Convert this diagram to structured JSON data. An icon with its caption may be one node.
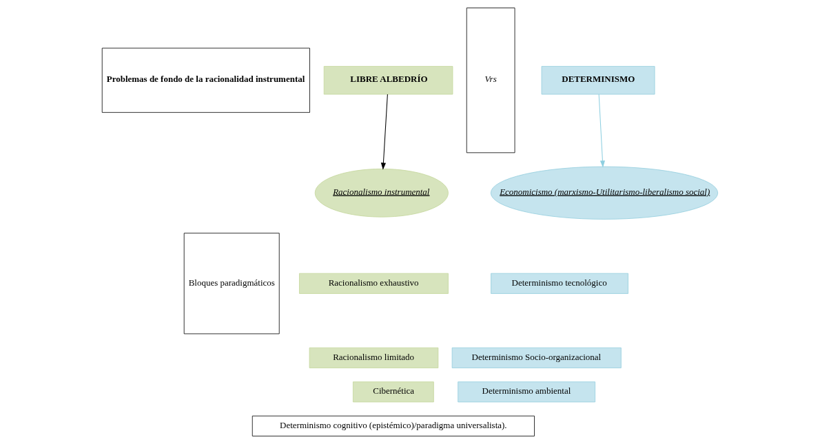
{
  "diagram": {
    "nodes": [
      {
        "text": [
          "Problemas de fondo de la racionalidad instrumental"
        ]
      },
      {
        "text": [
          "LIBRE ALBEDRÍO"
        ]
      },
      {
        "text": [
          "Vrs"
        ]
      },
      {
        "text": [
          "DETERMINISMO"
        ]
      },
      {
        "text": [
          "Racionalismo instrumental"
        ]
      },
      {
        "text": [
          "Economicismo (marxismo-Utilitarismo-liberalismo social)"
        ]
      },
      {
        "text": [
          "Bloques paradigmáticos"
        ]
      },
      {
        "text": [
          "Racionalismo exhaustivo"
        ]
      },
      {
        "text": [
          "Determinismo tecnológico"
        ]
      },
      {
        "text": [
          "Racionalismo limitado"
        ]
      },
      {
        "text": [
          "Determinismo Socio-organizacional"
        ]
      },
      {
        "text": [
          "Cibernética"
        ]
      },
      {
        "text": [
          "Determinismo ambiental"
        ]
      },
      {
        "text": [
          "Determinismo cognitivo (epistémico)/paradigma universalista)."
        ]
      }
    ],
    "edges": [
      {
        "from": 1,
        "to": 4,
        "arrow": "to"
      },
      {
        "from": 3,
        "to": 5,
        "arrow": "to",
        "color": "#8ecfe0"
      }
    ]
  }
}
